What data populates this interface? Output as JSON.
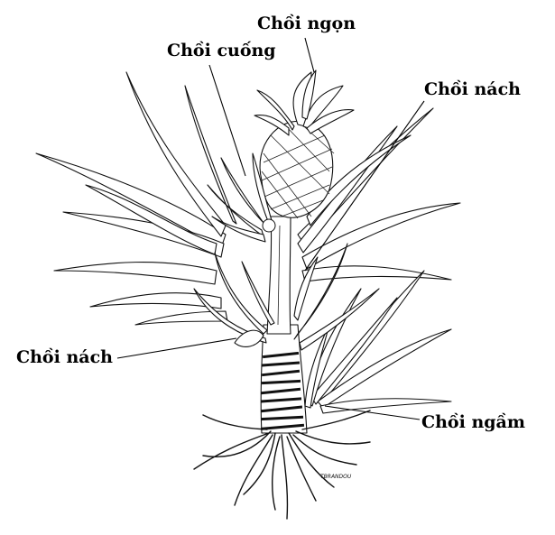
{
  "labels": {
    "top_shoot": "Chồi ngọn",
    "stalk_shoot": "Chồi cuống",
    "axil_shoot_right": "Chồi nách",
    "axil_shoot_left": "Chồi nách",
    "ground_sucker": "Chồi ngầm"
  },
  "illustration": {
    "artist_signature": "TBRANDOU"
  }
}
